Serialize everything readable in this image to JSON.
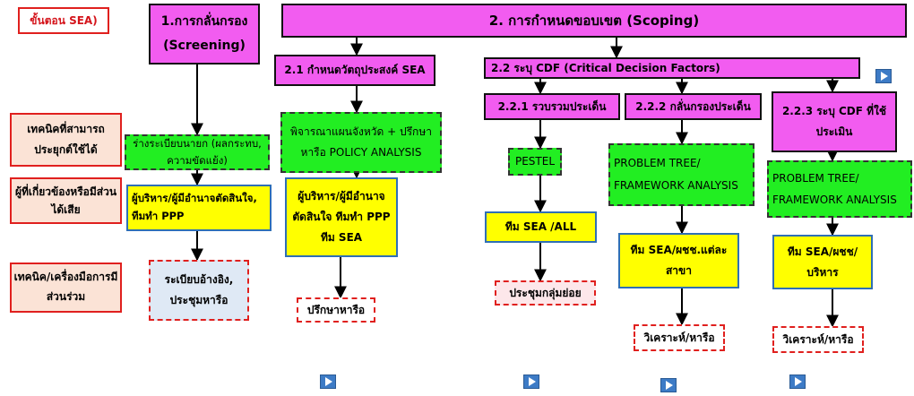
{
  "labels": {
    "steps": "ขั้นตอน SEA)",
    "techniques": "เทคนิคที่สามารถประยุกต์ใช้ได้",
    "stakeholders": "ผู้ที่เกี่ยวข้องหรือมีส่วนได้เสีย",
    "participation": "เทคนิค/เครื่องมือการมีส่วนร่วม"
  },
  "stages": {
    "screening": "1.การกลั่นกรอง (Screening)",
    "scoping": "2. การกำหนดขอบเขต (Scoping)"
  },
  "sub": {
    "s21": "2.1 กำหนดวัตถุประสงค์ SEA",
    "s22": "2.2 ระบุ CDF (Critical Decision Factors)",
    "s221": "2.2.1 รวบรวมประเด็น",
    "s222": "2.2.2 กลั่นกรองประเด็น",
    "s223": "2.2.3 ระบุ CDF ที่ใช้ประเมิน"
  },
  "techniques": {
    "t1": "ร่างระเบียบนายก (ผลกระทบ, ความขัดแย้ง)",
    "t2": "พิจารณาแผนจังหวัด + ปรึกษาหารือ POLICY ANALYSIS",
    "t3": "PESTEL",
    "t4": "PROBLEM TREE/ FRAMEWORK ANALYSIS",
    "t5": "PROBLEM TREE/ FRAMEWORK ANALYSIS"
  },
  "stakeholders": {
    "k1": "ผู้บริหาร/ผู้มีอำนาจตัดสินใจ, ทีมทำ PPP",
    "k2": "ผู้บริหาร/ผู้มีอำนาจตัดสินใจ ทีมทำ PPP ทีม SEA",
    "k3": "ทีม SEA /ALL",
    "k4": "ทีม SEA/ผชช.แต่ละสาขา",
    "k5": "ทีม SEA/ผชช/บริหาร"
  },
  "participation": {
    "p1": "ระเบียบอ้างอิง, ประชุมหารือ",
    "p2": "ปรึกษาหารือ",
    "p3": "ประชุมกลุ่มย่อย",
    "p4": "วิเคราะห์/หารือ",
    "p5": "วิเคราะห์/หารือ"
  },
  "colors": {
    "magenta": "#f25cf0",
    "green": "#22ee22",
    "yellow": "#ffff00",
    "red_border": "#e0201e",
    "nav_blue": "#3d7bc6"
  },
  "icons": {
    "nav": "play-button-icon"
  }
}
